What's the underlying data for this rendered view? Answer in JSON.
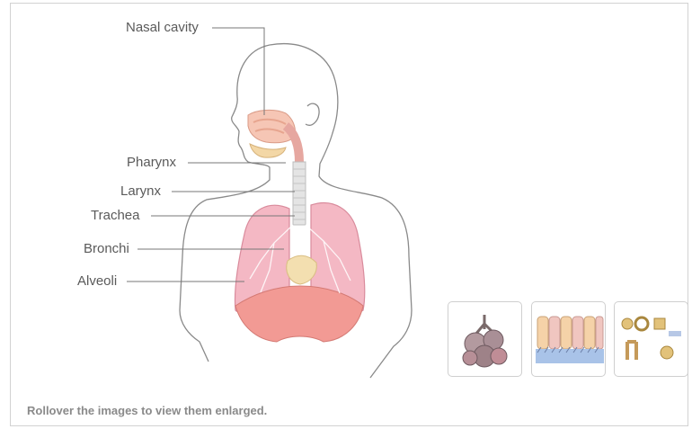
{
  "labels": {
    "nasal_cavity": "Nasal cavity",
    "pharynx": "Pharynx",
    "larynx": "Larynx",
    "trachea": "Trachea",
    "bronchi": "Bronchi",
    "alveoli": "Alveoli"
  },
  "caption": "Rollover the images to view them enlarged.",
  "thumbnails": [
    {
      "icon": "alveoli-cluster-icon"
    },
    {
      "icon": "airway-epithelium-icon"
    },
    {
      "icon": "cartilage-rings-icon"
    }
  ],
  "colors": {
    "lung_fill": "#f4b8c4",
    "lung_lower": "#f08a8a",
    "airway": "#d9d9d9",
    "outline": "#555555",
    "leader_line": "#777777"
  }
}
